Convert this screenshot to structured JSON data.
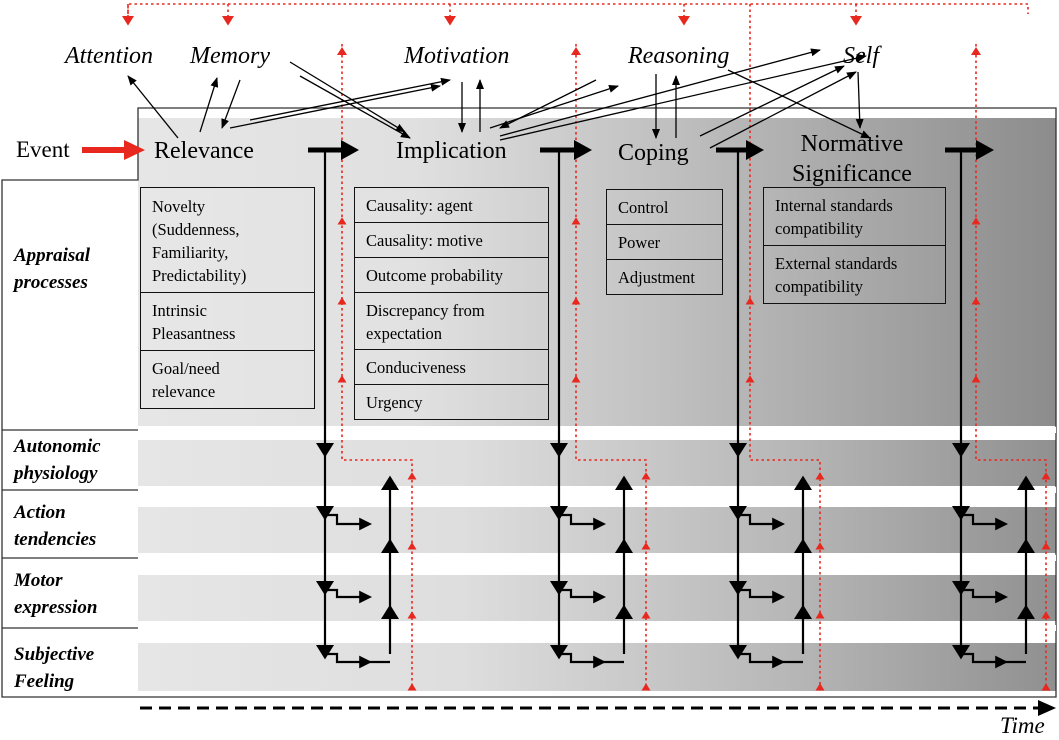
{
  "event": "Event",
  "stages": [
    "Relevance",
    "Implication",
    "Coping",
    "Normative\nSignificance"
  ],
  "faculties": [
    "Attention",
    "Memory",
    "Motivation",
    "Reasoning",
    "Self"
  ],
  "lanes": [
    "Appraisal\nprocesses",
    "Autonomic\nphysiology",
    "Action\ntendencies",
    "Motor\nexpression",
    "Subjective\nFeeling"
  ],
  "relevance_checks": [
    "Novelty\n(Suddenness,\nFamiliarity,\nPredictability)",
    "Intrinsic\nPleasantness",
    "Goal/need\nrelevance"
  ],
  "implication_checks": [
    "Causality: agent",
    "Causality: motive",
    "Outcome probability",
    "Discrepancy from\nexpectation",
    "Conduciveness",
    "Urgency"
  ],
  "coping_checks": [
    "Control",
    "Power",
    "Adjustment"
  ],
  "normative_checks": [
    "Internal standards\ncompatibility",
    "External standards\ncompatibility"
  ],
  "time_label": "Time",
  "colors": {
    "red": "#e8281e",
    "black": "#000000"
  }
}
